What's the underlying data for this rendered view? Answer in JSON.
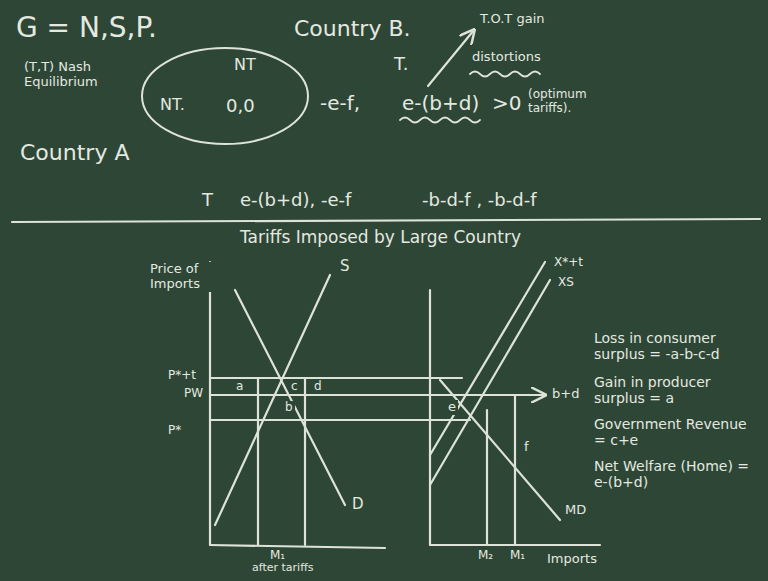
{
  "diagram": {
    "nodes": [
      {
        "text": [
          "NT",
          "NT.",
          "0,0"
        ]
      }
    ],
    "labels": [
      "G = N,S,P.",
      "(T,T) Nash Equilibrium",
      "Country B.",
      "T.",
      "T.O.T gain",
      "distortions",
      "-e-f,",
      "e-(b+d)",
      ">0",
      "(optimum tariffs).",
      "Country A",
      "T",
      "e-(b+d), -e-f",
      "-b-d-f , -b-d-f",
      "Tariffs Imposed by Large Country",
      "Price of Imports",
      "S",
      "P*+t",
      "PW",
      "P*",
      "a",
      "c",
      "d",
      "b",
      "D",
      "M₁",
      "after tariffs",
      "X*+t",
      "XS",
      "b+d",
      "e",
      "f",
      "MD",
      "M₂",
      "M₁",
      "Imports",
      "Loss in consumer surplus = -a-b-c-d",
      "Gain in producer surplus = a",
      "Government Revenue = c+e",
      "Net Welfare (Home) = e-(b+d)"
    ]
  }
}
